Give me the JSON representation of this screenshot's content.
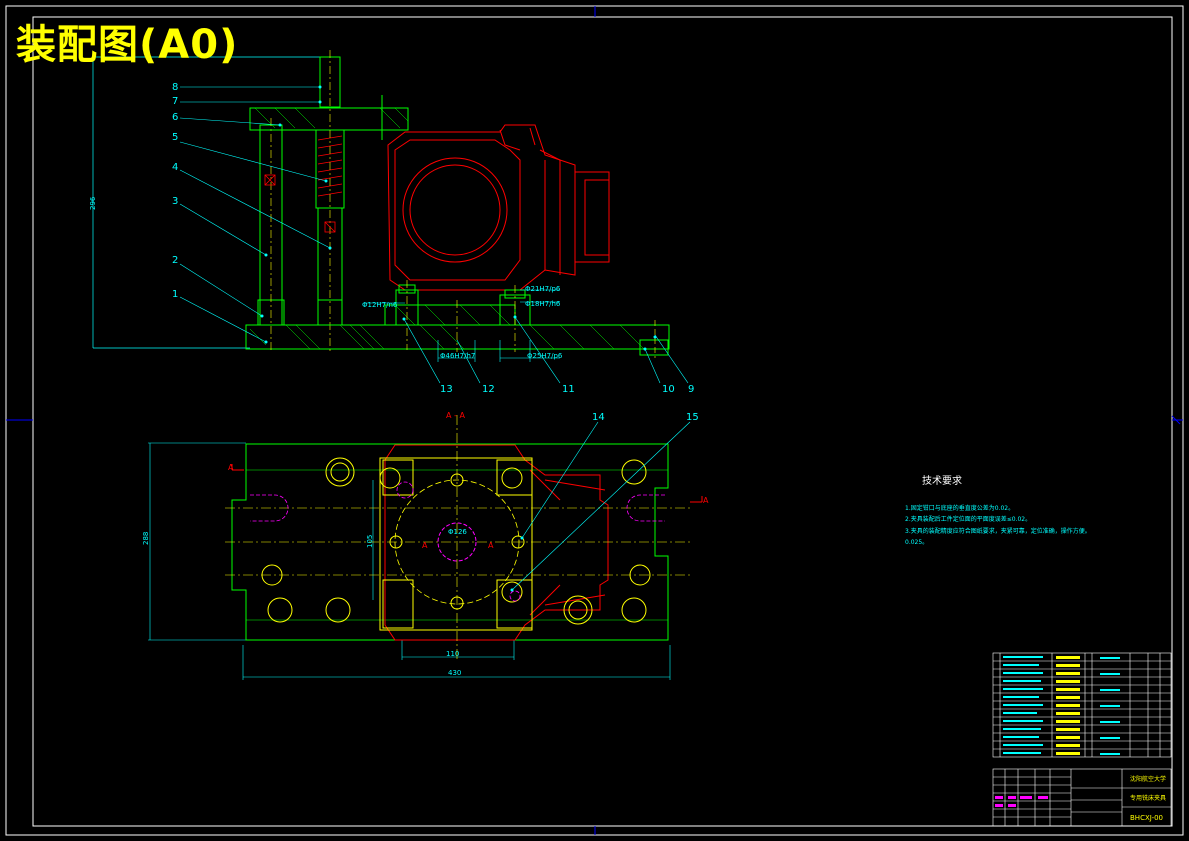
{
  "title": "装配图(A0)",
  "part_numbers": [
    "1",
    "2",
    "3",
    "4",
    "5",
    "6",
    "7",
    "8",
    "9",
    "10",
    "11",
    "12",
    "13",
    "14",
    "15"
  ],
  "fit_labels": {
    "f1": "Φ12H7/n6",
    "f2": "Φ21H7/p6",
    "f3": "Φ18H7/h6",
    "f4": "Φ46H7/h7",
    "f5": "Φ25H7/p6"
  },
  "dimensions": {
    "height_front": "296",
    "height_plan": "288",
    "width_plan": "430",
    "inner_height": "105",
    "circle_dia": "Φ126",
    "inner_width": "110"
  },
  "section_labels": {
    "section": "A - A",
    "a": "A"
  },
  "tech_requirements": {
    "title": "技术要求",
    "lines": [
      "1.固定钳口与底座的垂直度公差为0.02。",
      "2.夹具装配后工件定位面的平面度误差≤0.02。",
      "3.夹具的装配精度应符合图纸要求，夹紧可靠，定位准确，操作方便。",
      "0.025。"
    ]
  },
  "title_block": {
    "school": "沈阳航空大学",
    "drawing_name": "专用铣床夹具",
    "drawing_no": "BHCXJ-00"
  },
  "colors": {
    "background": "#000000",
    "frame": "#ffffff",
    "green": "#00ff00",
    "red": "#ff0000",
    "cyan": "#00ffff",
    "yellow": "#ffff00",
    "magenta": "#ff00ff",
    "blue": "#0000ff"
  }
}
